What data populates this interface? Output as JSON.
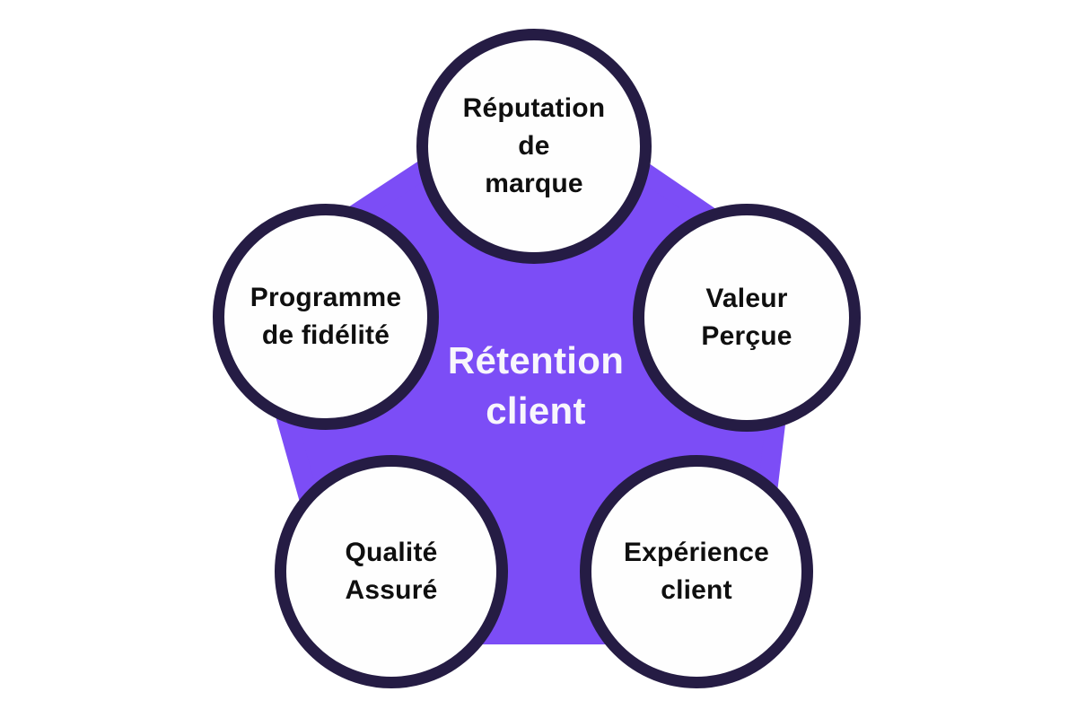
{
  "diagram": {
    "center": {
      "label": "Rétention\nclient"
    },
    "nodes": [
      {
        "id": "reputation-de-marque",
        "label": "Réputation\nde\nmarque"
      },
      {
        "id": "programme-de-fidelite",
        "label": "Programme\nde fidélité"
      },
      {
        "id": "valeur-percue",
        "label": "Valeur\nPerçue"
      },
      {
        "id": "qualite-assure",
        "label": "Qualité\nAssuré"
      },
      {
        "id": "experience-client",
        "label": "Expérience\nclient"
      }
    ]
  },
  "colors": {
    "purple": "#7C4DF6",
    "outline": "#251C44",
    "circle_fill": "#FEFEFE",
    "label_text": "#0F0F0F",
    "center_text": "#F8F6FC",
    "background": "#FFFFFF"
  }
}
